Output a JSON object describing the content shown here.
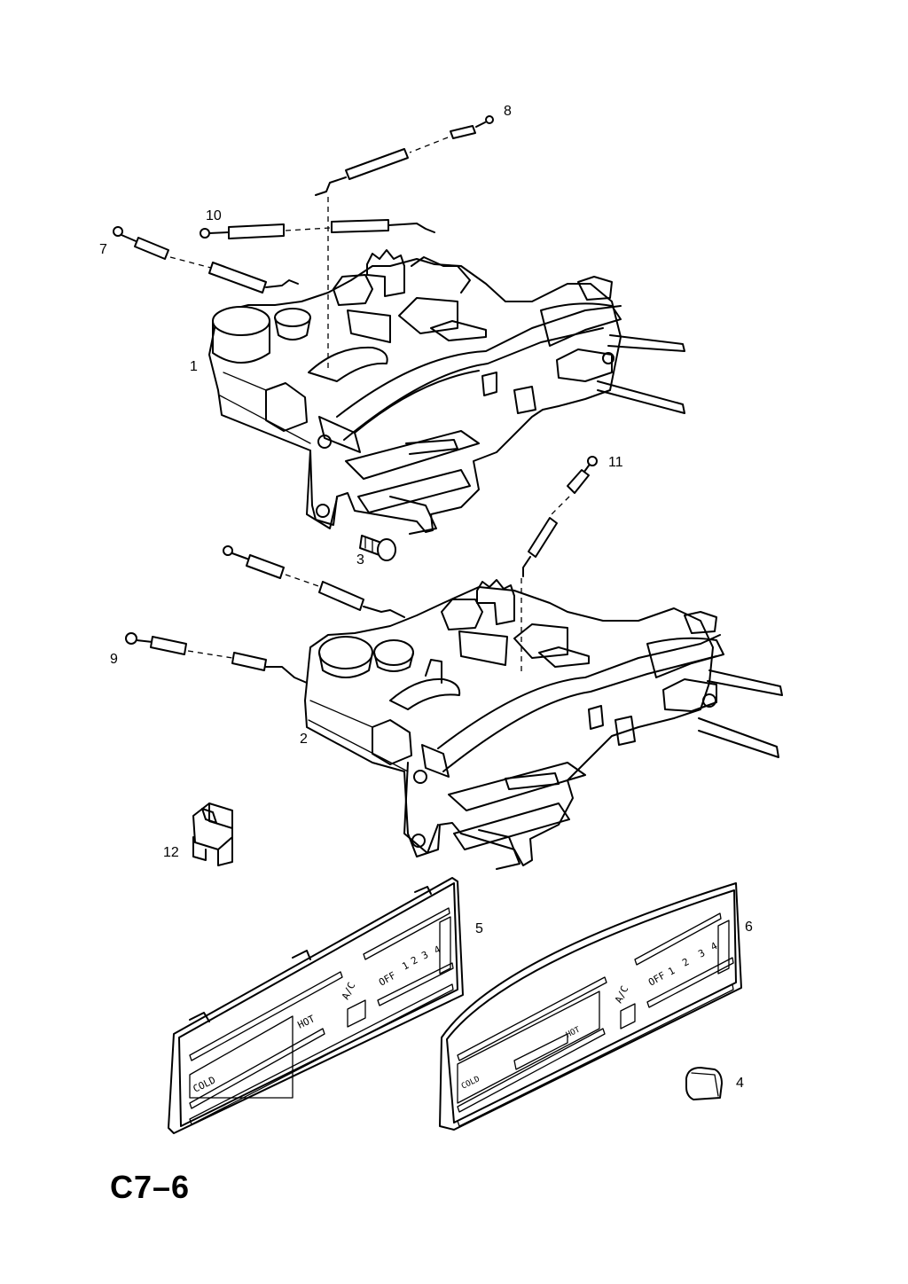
{
  "page_code": "C7–6",
  "callouts": {
    "c1": "1",
    "c2": "2",
    "c3": "3",
    "c4": "4",
    "c5": "5",
    "c6": "6",
    "c7": "7",
    "c8": "8",
    "c9": "9",
    "c10": "10",
    "c11": "11",
    "c12": "12"
  },
  "panel5": {
    "off": "OFF",
    "n1": "1",
    "n2": "2",
    "n3": "3",
    "n4": "4",
    "ac": "A/C",
    "hot": "HOT",
    "cold": "COLD"
  },
  "panel6": {
    "off": "OFF",
    "n1": "1",
    "n2": "2",
    "n3": "3",
    "n4": "4",
    "ac": "A/C",
    "hot": "HOT",
    "cold": "COLD"
  }
}
